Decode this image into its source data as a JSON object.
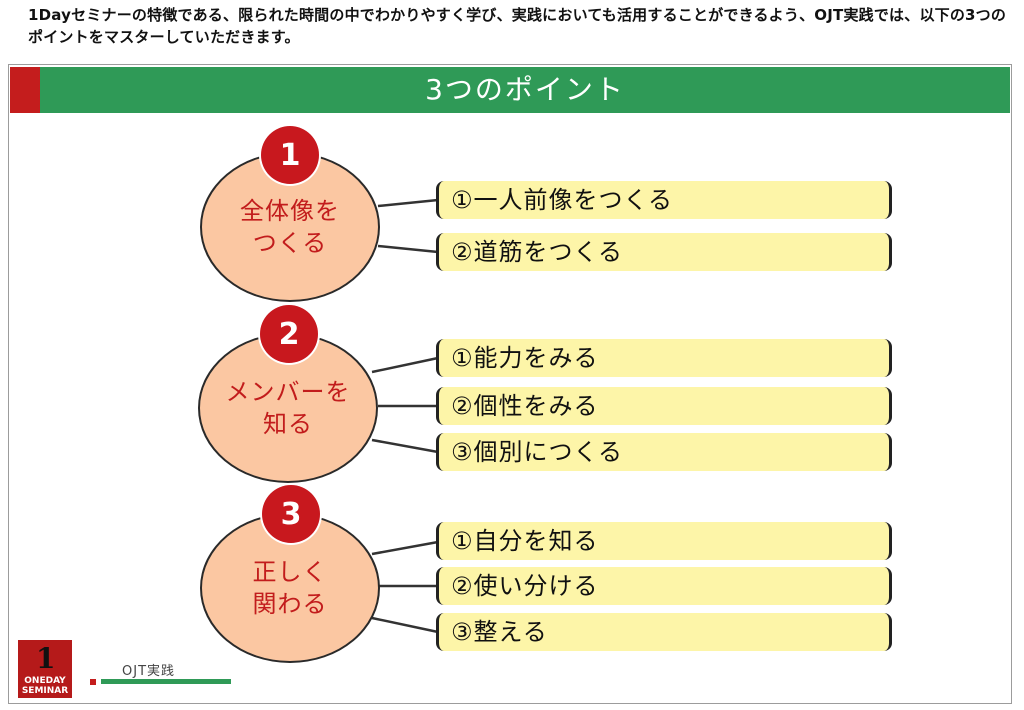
{
  "intro": "1Dayセミナーの特徴である、限られた時間の中でわかりやすく学び、実践においても活用することができるよう、OJT実践では、以下の3つのポイントをマスターしていただきます。",
  "header": {
    "title": "3つのポイント"
  },
  "points": [
    {
      "number": "1",
      "title_lines": [
        "全体像を",
        "つくる"
      ],
      "items": [
        "①一人前像をつくる",
        "②道筋をつくる"
      ]
    },
    {
      "number": "2",
      "title_lines": [
        "メンバーを",
        "知る"
      ],
      "items": [
        "①能力をみる",
        "②個性をみる",
        "③個別につくる"
      ]
    },
    {
      "number": "3",
      "title_lines": [
        "正しく",
        "関わる"
      ],
      "items": [
        "①自分を知る",
        "②使い分ける",
        "③整える"
      ]
    }
  ],
  "footer": {
    "logo_big": "1",
    "logo_small": "ONEDAY SEMINAR",
    "label": "OJT実践"
  },
  "colors": {
    "header_green": "#2f9a57",
    "header_red": "#c41d1d",
    "circle_fill": "#fbc7a2",
    "circle_text": "#c21c1c",
    "badge_red": "#c8181e",
    "item_fill": "#fdf5a8"
  }
}
